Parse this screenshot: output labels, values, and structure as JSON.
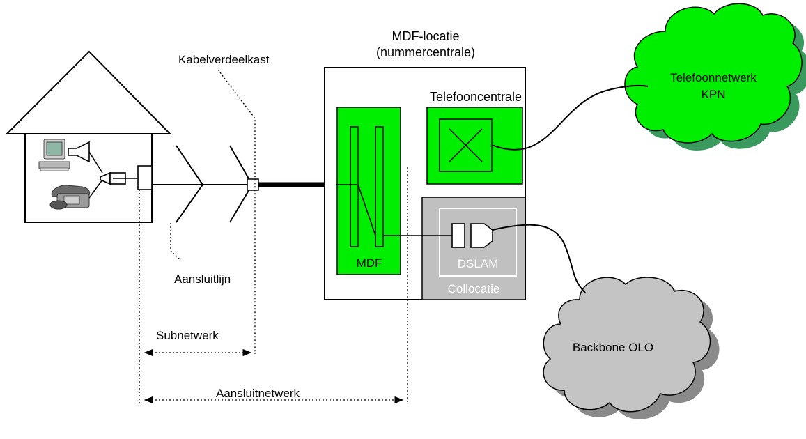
{
  "labels": {
    "mdf_locatie": "MDF-locatie",
    "nummercentrale": "(nummercentrale)",
    "kabelverdeelkast": "Kabelverdeelkast",
    "telefooncentrale": "Telefooncentrale",
    "mdf": "MDF",
    "dslam": "DSLAM",
    "collocatie": "Collocatie",
    "aansluitlijn": "Aansluitlijn",
    "subnetwerk": "Subnetwerk",
    "aansluitnetwerk": "Aansluitnetwerk",
    "telefoonnetwerk": "Telefoonnetwerk",
    "kpn": "KPN",
    "backbone": "Backbone OLO"
  },
  "colors": {
    "green": "#00ee00",
    "green_shadow": "#3a9a5e",
    "gray_cloud": "#c4c4c4",
    "gray_shadow": "#8a8a8a",
    "collocatie_box": "#c0c0c0"
  },
  "icons": [
    "house-icon",
    "computer-icon",
    "telephone-icon",
    "speaker-icon",
    "splitter-icon",
    "switch-x-icon",
    "cloud-icon"
  ]
}
